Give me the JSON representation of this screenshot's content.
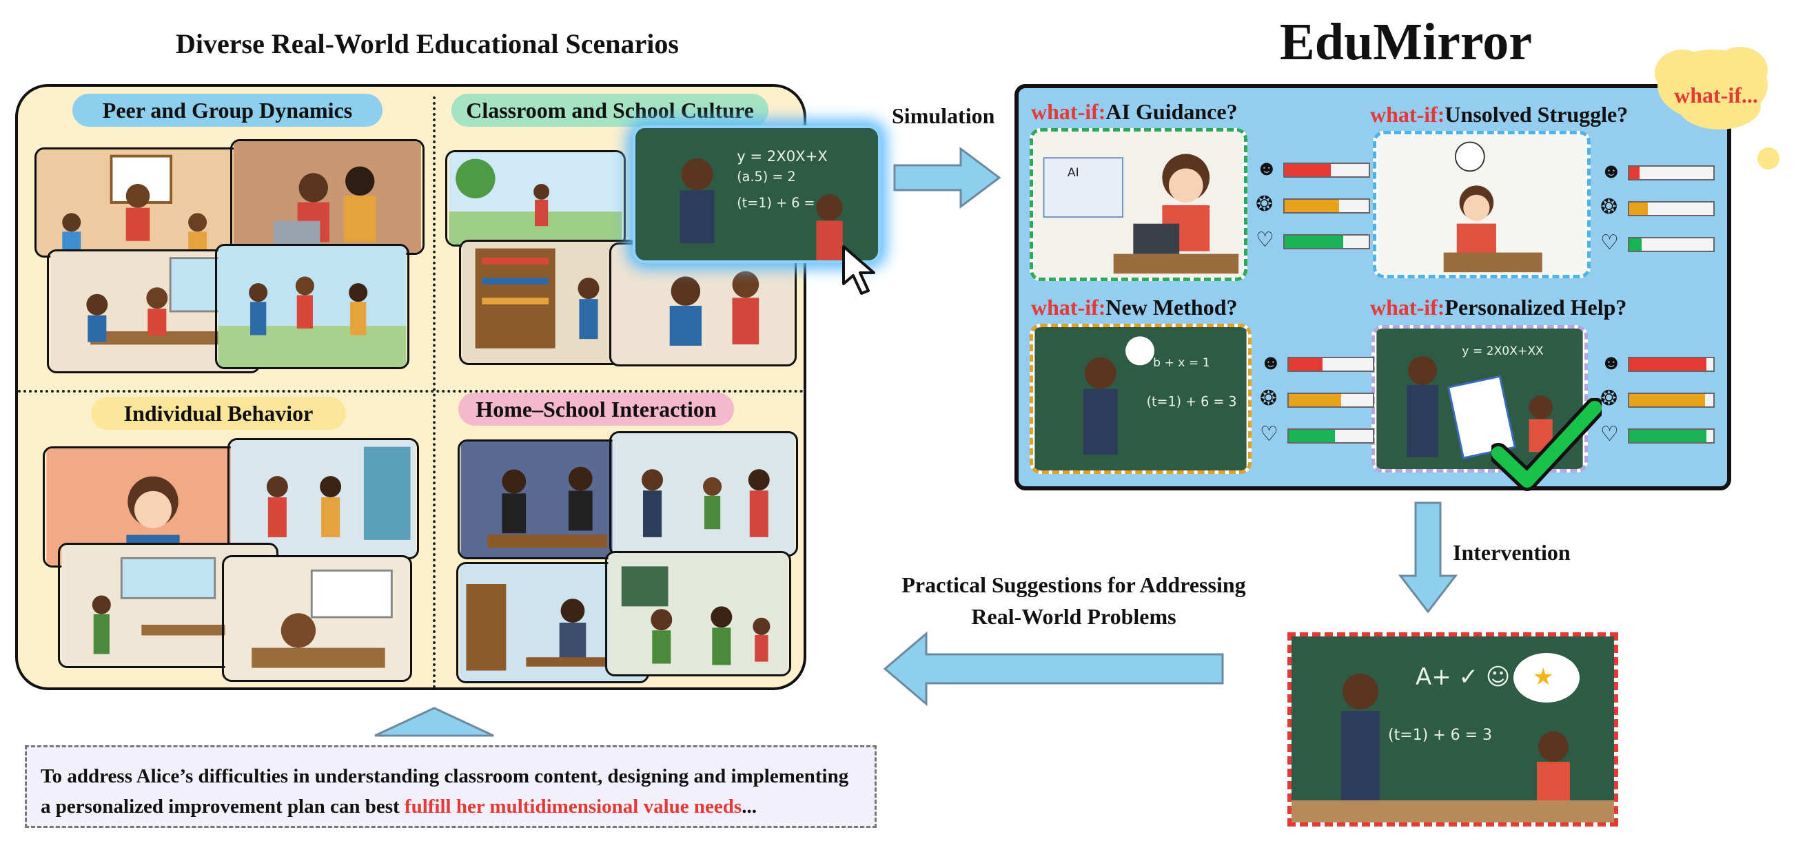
{
  "left": {
    "title": "Diverse Real-World Educational Scenarios",
    "quadrants": [
      {
        "label": "Peer and Group Dynamics",
        "color": "#8ecfee"
      },
      {
        "label": "Classroom and School Culture",
        "color": "#a6e3c3"
      },
      {
        "label": "Individual Behavior",
        "color": "#fbe69a"
      },
      {
        "label": "Home–School Interaction",
        "color": "#f6b8cc"
      }
    ]
  },
  "arrows": {
    "simulation": "Simulation",
    "intervention": "Intervention",
    "suggestions_line1": "Practical Suggestions for Addressing",
    "suggestions_line2": "Real-World Problems"
  },
  "edumirror": {
    "title": "EduMirror",
    "cloud_text": "what-if...",
    "scenarios": [
      {
        "keyword": "what-if:",
        "label": "AI Guidance?",
        "frame_color": "#2eaa57",
        "meters": [
          0.55,
          0.65,
          0.7
        ]
      },
      {
        "keyword": "what-if:",
        "label": "Unsolved Struggle?",
        "frame_color": "#4fb3e8",
        "meters": [
          0.12,
          0.22,
          0.15
        ]
      },
      {
        "keyword": "what-if:",
        "label": "New Method?",
        "frame_color": "#e0a126",
        "meters": [
          0.4,
          0.62,
          0.55
        ]
      },
      {
        "keyword": "what-if:",
        "label": "Personalized Help?",
        "frame_color": "#b7a6e0",
        "meters": [
          0.92,
          0.9,
          0.92
        ]
      }
    ],
    "meter_colors": [
      "#e53935",
      "#e8a21c",
      "#17b354"
    ],
    "meter_icons": [
      "face-icon",
      "brain-icon",
      "heart-hand-icon"
    ]
  },
  "suggestion": {
    "text_prefix": "To address Alice’s difficulties in understanding classroom content, designing and implementing a personalized improvement plan can best ",
    "text_highlight": "fulfill her multidimensional value needs",
    "text_suffix": "..."
  }
}
